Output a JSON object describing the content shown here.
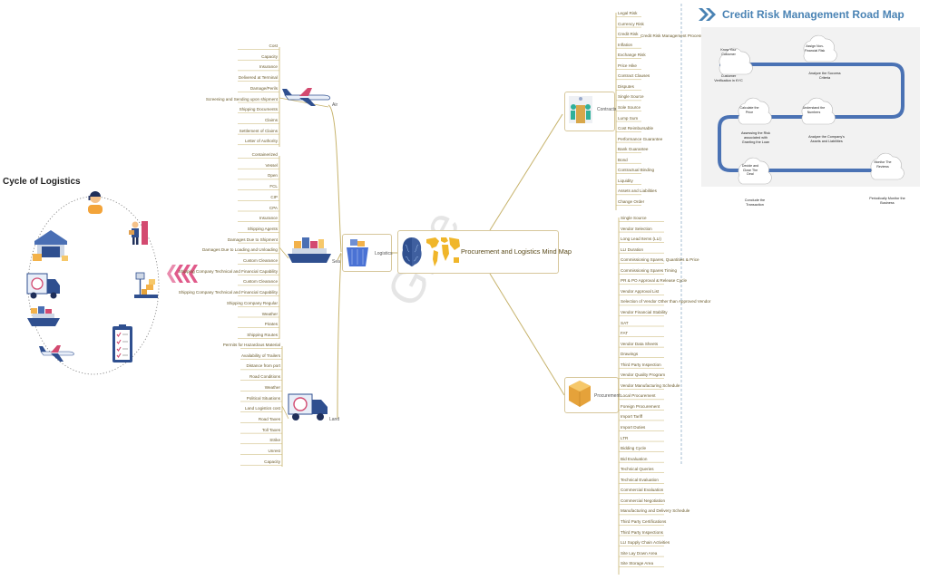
{
  "watermark": "Glee",
  "cycle": {
    "title": "Cycle of Logistics",
    "icons": [
      "support-agent-icon",
      "delivery-person-icon",
      "scale-icon",
      "checklist-icon",
      "airplane-icon",
      "cargo-ship-icon",
      "truck-icon",
      "warehouse-icon"
    ]
  },
  "center": {
    "label": "Procurement and Logistics Mind Map"
  },
  "logistics": {
    "label": "Logistics",
    "air": {
      "label": "Air",
      "items": [
        "Cost",
        "Capacity",
        "Insurance",
        "Delivered at Terminal",
        "Damage/Perils",
        "Screening and Sending upon shipment",
        "Shipping Documents",
        "Claims",
        "Settlement of Claims",
        "Letter of Authority"
      ]
    },
    "sea": {
      "label": "Sea",
      "items": [
        "Containerized",
        "Vessel",
        "Open",
        "FCL",
        "CIP",
        "CPA",
        "Insurance",
        "Shipping Agents",
        "Damages Due to Shipment",
        "Damages Due to Loading and Unloading",
        "Custom Clearance",
        "Shipping Company Technical and Financial Capability",
        "Custom Clearance",
        "Shipping Company Technical and Financial Capability",
        "Shipping Company Regular",
        "Weather",
        "Pirates",
        "Shipping Routes"
      ]
    },
    "land": {
      "label": "Land",
      "items": [
        "Permits for Hazardous Material",
        "Availability of Trailers",
        "Distance from port",
        "Road Conditions",
        "Weather",
        "Political Situations",
        "Land Logistics cost",
        "Road Taxes",
        "Toll Taxes",
        "Strike",
        "Unrest",
        "Capacity"
      ]
    }
  },
  "contracts": {
    "label": "Contracts",
    "items": [
      "Legal Risk",
      "Currency Risk",
      "Credit Risk",
      "Inflation",
      "Exchange Risk",
      "Price Hike",
      "Contract Clauses",
      "Disputes",
      "Single Source",
      "Sole Source",
      "Lump Sum",
      "Cost Reimbursable",
      "Performance Guarantee",
      "Bank Guarantee",
      "Bond",
      "Contractual Binding",
      "Liquidity",
      "Assets and Liabilities",
      "Change Order"
    ],
    "credit_risk_extra": "Credit Risk Management Process"
  },
  "procurement": {
    "label": "Procurement",
    "items": [
      "Single Source",
      "Vendor Selection",
      "Long Lead Items (LLI)",
      "LLI Duration",
      "Commissioning Spares, Quantities & Price",
      "Commissioning Spares Timing",
      "PR & PO Approval & Release Cycle",
      "Vendor Approval List",
      "Selection of Vendor Other than Approved Vendor",
      "Vendor Financial Stability",
      "SAT",
      "FAT",
      "Vendor Data Sheets",
      "Drawings",
      "Third Party Inspection",
      "Vendor Quality Program",
      "Vendor Manufacturing Schedule",
      "Local Procurement",
      "Foreign Procurement",
      "Import Tariff",
      "Import Duties",
      "LTR",
      "Bidding Cycle",
      "Bid Evaluation",
      "Technical Queries",
      "Technical Evaluation",
      "Commercial Evaluation",
      "Commercial Negotiation",
      "Manufacturing and Delivery Schedule",
      "Third Party Certifications",
      "Third Party Inspections",
      "LLI Supply Chain Activities",
      "Site Lay Down Area",
      "Site Storage Area"
    ]
  },
  "credit_risk": {
    "title": "Credit Risk Management Road Map",
    "clouds": [
      "Know Your Customer",
      "Assign Non-Financial Risk",
      "Calculate the Price",
      "Understand the Numbers",
      "Decide and Close The Deal",
      "Monitor The Reviews"
    ],
    "notes": [
      "Customer Verification in KYC",
      "Analyze the Success Criteria",
      "Assessing the Risk associated with Granting the Loan",
      "Analyze the Company's Assets and Liabilities",
      "Conclude the Transaction",
      "Periodically Monitor the Business"
    ]
  },
  "colors": {
    "accent_blue": "#4a72b4",
    "branch_gold": "#c7b36c",
    "title_blue": "#4a83b4",
    "chevron_pink": "#e05a8a"
  }
}
